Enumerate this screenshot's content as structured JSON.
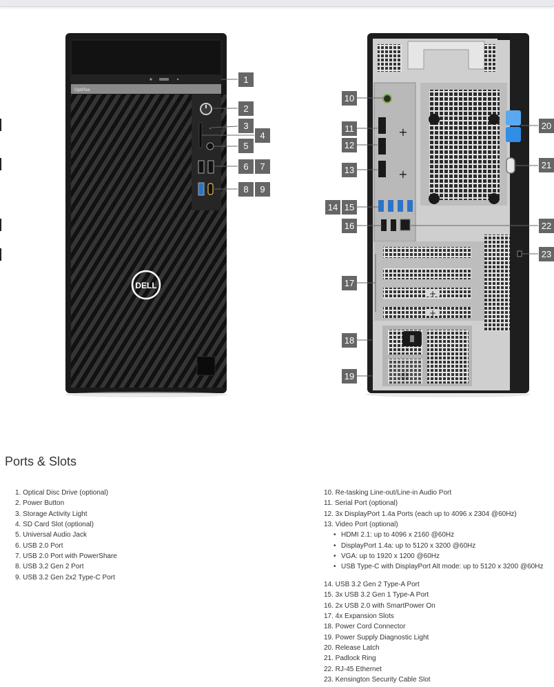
{
  "front_label": "OptiPlex",
  "logo_text": "DELL",
  "front_callouts": [
    "1",
    "2",
    "3",
    "4",
    "5",
    "6",
    "7",
    "8",
    "9"
  ],
  "rear_callouts": [
    "10",
    "11",
    "12",
    "13",
    "14",
    "15",
    "16",
    "17",
    "18",
    "19",
    "20",
    "21",
    "22",
    "23"
  ],
  "section_title": "Ports & Slots",
  "left_list": [
    "1. Optical Disc Drive (optional)",
    "2. Power Button",
    "3. Storage Activity Light",
    "4. SD Card Slot (optional)",
    "5. Universal Audio Jack",
    "6. USB 2.0 Port",
    "7. USB 2.0 Port with PowerShare",
    "8. USB 3.2 Gen 2 Port",
    "9. USB 3.2 Gen 2x2 Type-C Port"
  ],
  "right_list_a": [
    "10. Re-tasking Line-out/Line-in Audio Port",
    "11. Serial Port (optional)",
    "12. 3x DisplayPort 1.4a Ports (each up to 4096 x 2304 @60Hz)",
    "13. Video Port (optional)"
  ],
  "video_port_sub": [
    "HDMI 2.1: up to 4096 x 2160 @60Hz",
    "DisplayPort 1.4a: up to 5120 x 3200 @60Hz",
    "VGA: up to 1920 x 1200 @60Hz",
    "USB Type-C with DisplayPort Alt mode: up to 5120 x 3200 @60Hz"
  ],
  "right_list_b": [
    "14. USB 3.2 Gen 2 Type-A Port",
    "15. 3x USB 3.2 Gen 1 Type-A Port",
    "16. 2x USB 2.0 with SmartPower On",
    "17. 4x Expansion Slots",
    "18. Power Cord Connector",
    "19. Power Supply Diagnostic Light",
    "20. Release Latch",
    "21. Padlock Ring",
    "22. RJ-45 Ethernet",
    "23. Kensington Security Cable Slot"
  ],
  "colors": {
    "callout_box": "#666666",
    "chassis": "#1a1a1a",
    "accent_blue": "#2e8ee8",
    "accent_blue_light": "#5aa9f0",
    "usb_blue": "#2a74c8",
    "panel_gray": "#9a9a9a"
  }
}
